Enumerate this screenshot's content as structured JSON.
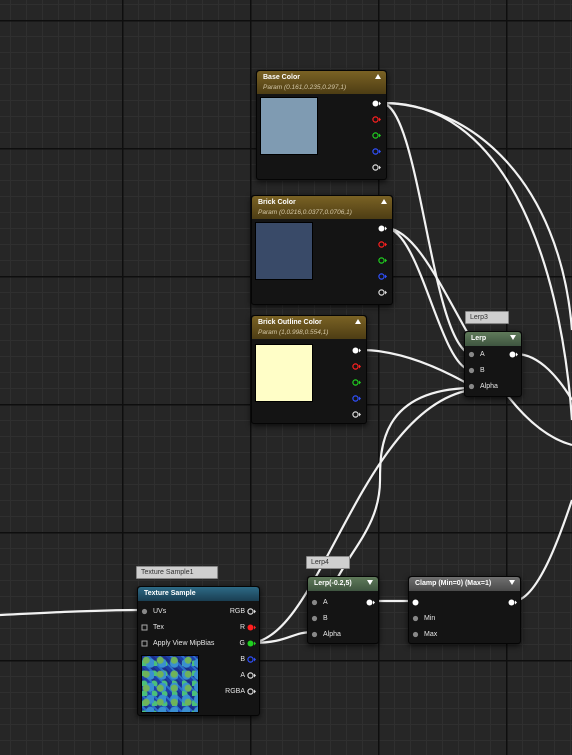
{
  "nodes": {
    "base_color": {
      "title": "Base Color",
      "subtitle": "Param (0.161,0.235,0.297,1)",
      "swatch": "#7f9bb2"
    },
    "brick_color": {
      "title": "Brick Color",
      "subtitle": "Param (0.0216,0.0377,0.0706,1)",
      "swatch": "#394a68"
    },
    "brick_outline_color": {
      "title": "Brick Outline Color",
      "subtitle": "Param (1,0.998,0.554,1)",
      "swatch": "#fffec7"
    },
    "lerp3": {
      "comment": "Lerp3",
      "title": "Lerp",
      "pins": {
        "a": "A",
        "b": "B",
        "alpha": "Alpha"
      }
    },
    "lerp4": {
      "comment": "Lerp4",
      "title": "Lerp(-0.2,5)",
      "pins": {
        "a": "A",
        "b": "B",
        "alpha": "Alpha"
      }
    },
    "clamp": {
      "title": "Clamp (Min=0) (Max=1)",
      "pins": {
        "min": "Min",
        "max": "Max"
      }
    },
    "texture_sample": {
      "comment": "Texture Sample1",
      "title": "Texture Sample",
      "inputs": {
        "uvs": "UVs",
        "tex": "Tex",
        "mip": "Apply View MipBias"
      },
      "outputs": {
        "rgb": "RGB",
        "r": "R",
        "g": "G",
        "b": "B",
        "a": "A",
        "rgba": "RGBA"
      }
    }
  },
  "pin_colors": {
    "white": "#ffffff",
    "red": "#ff2020",
    "green": "#20d020",
    "blue": "#3050ff",
    "gray": "#9a9a9a"
  },
  "colors": {
    "param_header": "#6b5520",
    "lerp_header": "#4f6b4b",
    "clamp_header": "#5a5a5a",
    "texture_header": "#23546d",
    "wire": "#f2f2f2"
  }
}
